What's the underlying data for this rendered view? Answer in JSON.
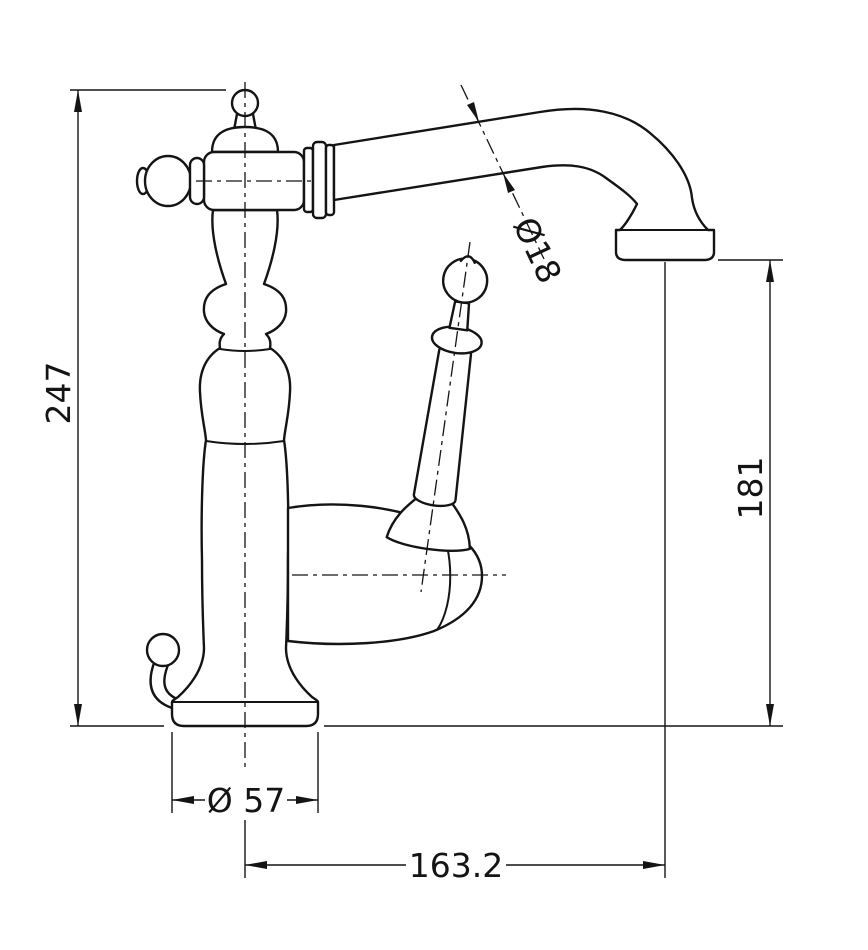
{
  "drawing": {
    "kind": "technical-dimension-drawing"
  },
  "dimensions": {
    "overall_height": "247",
    "outlet_height": "181",
    "pipe_diameter": "Ø18",
    "base_diameter": "Ø 57",
    "reach": "163.2"
  },
  "colors": {
    "line": "#141414",
    "background": "#ffffff"
  }
}
